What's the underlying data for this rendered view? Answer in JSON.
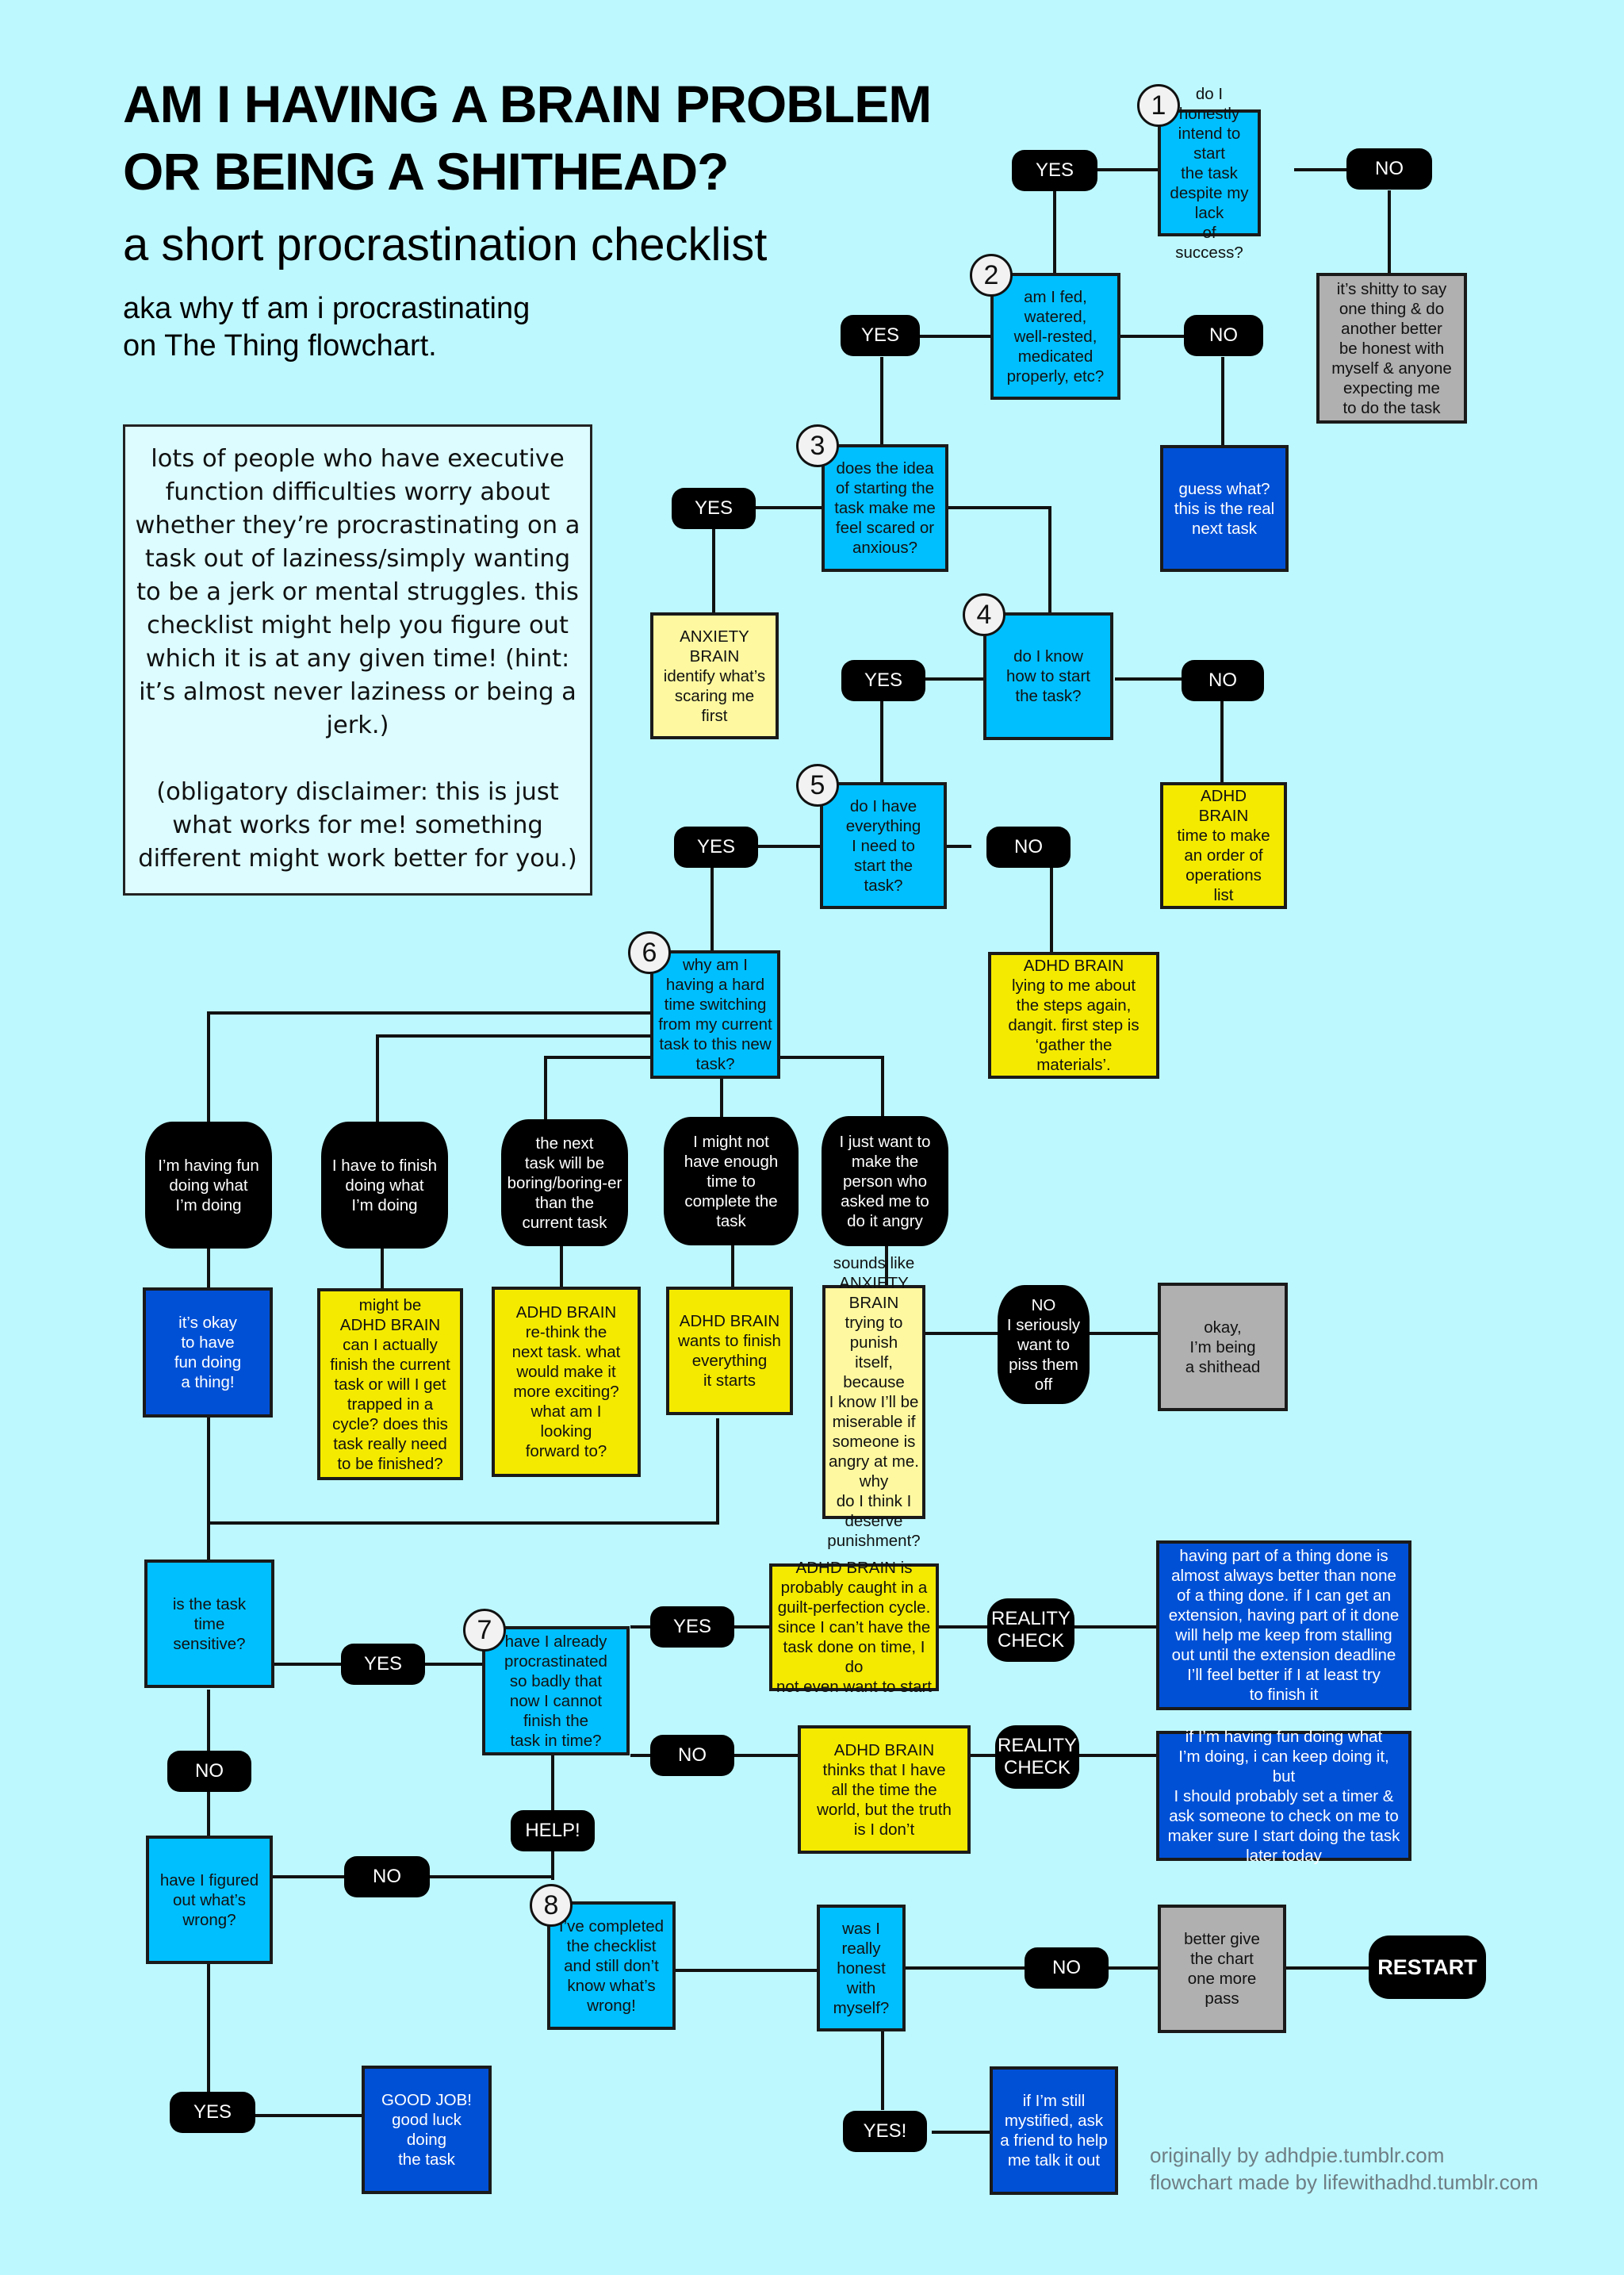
{
  "header": {
    "title_line1": "AM I HAVING A BRAIN PROBLEM",
    "title_line2": "OR BEING A SHITHEAD?",
    "subtitle": "a short procrastination checklist",
    "aka_line1": "aka why tf am i procrastinating",
    "aka_line2": "on The Thing flowchart."
  },
  "intro": {
    "paragraph1": "lots of people who have executive function difficulties worry about whether they’re procrastinating on a task out of laziness/simply wanting to be a jerk or mental struggles. this checklist might help you figure out which it is at any given time! (hint: it’s almost never laziness or being a jerk.)",
    "paragraph2": "(obligatory disclaimer: this is just what works for me! something different might work better for you.)"
  },
  "colors": {
    "background": "#bdf8fe",
    "question": "#00bffe",
    "adhd_brain": "#f4ea00",
    "anxiety_brain": "#fef9a0",
    "shithead": "#b0b0b0",
    "advice": "#0050d6",
    "answer": "#000000"
  },
  "steps": {
    "s1": {
      "number": "1",
      "question": "do I honestly\nintend to start\nthe task\ndespite my lack\nof success?"
    },
    "s2": {
      "number": "2",
      "question": "am I fed,\nwatered,\nwell-rested,\nmedicated\nproperly, etc?"
    },
    "s3": {
      "number": "3",
      "question": "does the idea\nof starting the\ntask make me\nfeel scared or\nanxious?"
    },
    "s4": {
      "number": "4",
      "question": "do I know\nhow to start\nthe task?"
    },
    "s5": {
      "number": "5",
      "question": "do I have\neverything\nI need to\nstart the\ntask?"
    },
    "s6": {
      "number": "6",
      "question": "why am I\nhaving a hard\ntime switching\nfrom my current\ntask to this new\ntask?"
    },
    "s7": {
      "number": "7",
      "question": "have I already\nprocrastinated\nso badly that\nnow I cannot\nfinish the\ntask in time?"
    },
    "s8": {
      "number": "8",
      "question": "I’ve completed\nthe checklist\nand still don’t\nknow what’s\nwrong!"
    }
  },
  "questions": {
    "time_sensitive": "is the task\ntime\nsensitive?",
    "figured_out": "have I figured\nout what’s\nwrong?",
    "really_honest": "was I really\nhonest with\nmyself?"
  },
  "answers": {
    "yes": "YES",
    "no": "NO",
    "help": "HELP!",
    "yes_exclaim": "YES!",
    "reality_check": "REALITY\nCHECK",
    "restart": "RESTART"
  },
  "outcomes": {
    "shitty_to_say": "it’s shitty to say\none thing & do\nanother better\nbe honest with\nmyself & anyone\nexpecting me\nto do the task",
    "real_next_task": "guess what?\nthis is the real\nnext task",
    "anxiety_identify": "ANXIETY\nBRAIN\nidentify what’s\nscaring me\nfirst",
    "adhd_order_ops": "ADHD\nBRAIN\ntime to make\nan order of\noperations\nlist",
    "adhd_lying_steps": "ADHD BRAIN\nlying to me about\nthe steps again,\ndangit. first step is\n‘gather the materials’.",
    "okay_fun": "it’s okay\nto have\nfun doing\na thing!",
    "adhd_cycle": "might be\nADHD BRAIN\ncan I actually\nfinish the current\ntask or will I get\ntrapped in a\ncycle? does this\ntask really need\nto be finished?",
    "adhd_rethink": "ADHD BRAIN\nre-think the\nnext task. what\nwould make it\nmore exciting?\nwhat am I\nlooking\nforward to?",
    "adhd_finish_all": "ADHD BRAIN\nwants to finish\neverything\nit starts",
    "anxiety_punish": "sounds like\nANXIETY BRAIN\ntrying to punish\nitself, because\nI know I’ll be\nmiserable if\nsomeone is\nangry at me. why\ndo I think I\ndeserve\npunishment?",
    "being_shithead": "okay,\nI’m being\na shithead",
    "adhd_guilt_cycle": "ADHD BRAIN is\nprobably caught in a\nguilt-perfection cycle.\nsince I can’t have the\ntask done on time, I do\nnot even want to start",
    "reality_part_done": "having part of a thing done is\nalmost always better than none\nof a thing done. if I can get an\nextension, having part of it done\nwill help me keep from stalling\nout until the extension deadline\nI’ll feel better if I at least try\nto finish it",
    "adhd_all_time": "ADHD BRAIN\nthinks that I have\nall the time the\nworld, but the truth\nis I don’t",
    "reality_timer": "if I’m having fun doing what\nI’m doing, i can keep doing it, but\nI should probably set a timer &\nask someone to check on me to\nmaker sure I start doing the task\nlater today",
    "good_job": "GOOD JOB!\ngood luck\ndoing\nthe task",
    "one_more_pass": "better give\nthe chart\none more\npass",
    "ask_friend": "if I’m still\nmystified, ask\na friend to help\nme talk it out"
  },
  "reasons": {
    "having_fun": "I’m having fun\ndoing what\nI’m doing",
    "have_to_finish": "I have to finish\ndoing what\nI’m doing",
    "next_boring": "the next\ntask will be\nboring/boring-er\nthan the\ncurrent task",
    "not_enough_time": "I might not\nhave enough\ntime to\ncomplete the\ntask",
    "make_angry": "I just want to\nmake the\nperson who\nasked me to\ndo it angry",
    "piss_off": "NO\nI seriously\nwant to\npiss them off"
  },
  "credits": {
    "line1": "originally by adhdpie.tumblr.com",
    "line2": "flowchart made by lifewithadhd.tumblr.com"
  }
}
